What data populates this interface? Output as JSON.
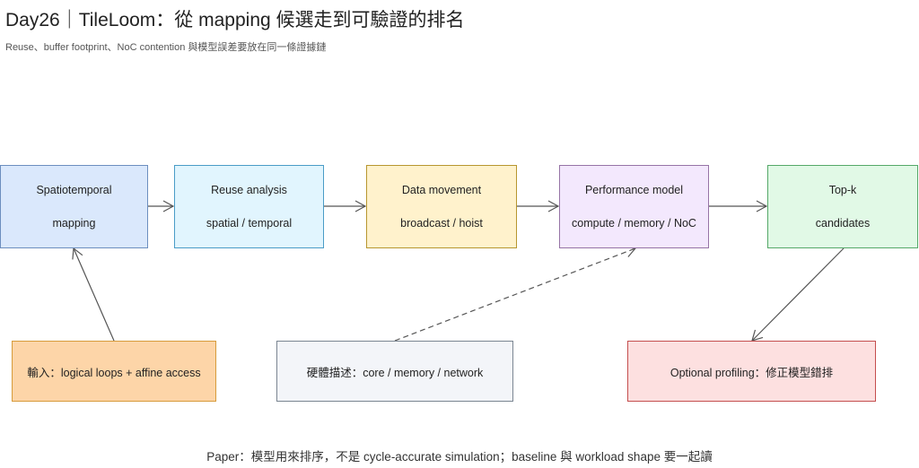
{
  "header": {
    "title": "Day26｜TileLoom：從 mapping 候選走到可驗證的排名",
    "subtitle": "Reuse、buffer footprint、NoC contention 與模型誤差要放在同一條證據鏈"
  },
  "nodes": {
    "mapping": {
      "line1": "Spatiotemporal",
      "line2": "mapping",
      "fill": "#dae8fc",
      "stroke": "#6c8ebf"
    },
    "reuse": {
      "line1": "Reuse analysis",
      "line2": "spatial / temporal",
      "fill": "#e1f5fe",
      "stroke": "#4a9cc7"
    },
    "movement": {
      "line1": "Data movement",
      "line2": "broadcast / hoist",
      "fill": "#fff2cc",
      "stroke": "#b7962f"
    },
    "perf": {
      "line1": "Performance model",
      "line2": "compute / memory / NoC",
      "fill": "#f3e8fd",
      "stroke": "#9673a6"
    },
    "topk": {
      "line1": "Top-k",
      "line2": "candidates",
      "fill": "#e1f9e6",
      "stroke": "#55a868"
    },
    "input": {
      "label": "輸入：logical loops + affine access",
      "fill": "#fdd5a8",
      "stroke": "#d79b3b"
    },
    "hw": {
      "label": "硬體描述：core / memory / network",
      "fill": "#f3f5f9",
      "stroke": "#7a8591"
    },
    "profiling": {
      "label": "Optional profiling：修正模型錯排",
      "fill": "#fde0e0",
      "stroke": "#c44e4e"
    }
  },
  "footnote": "Paper：模型用來排序，不是 cycle-accurate simulation；baseline 與 workload shape 要一起讀"
}
